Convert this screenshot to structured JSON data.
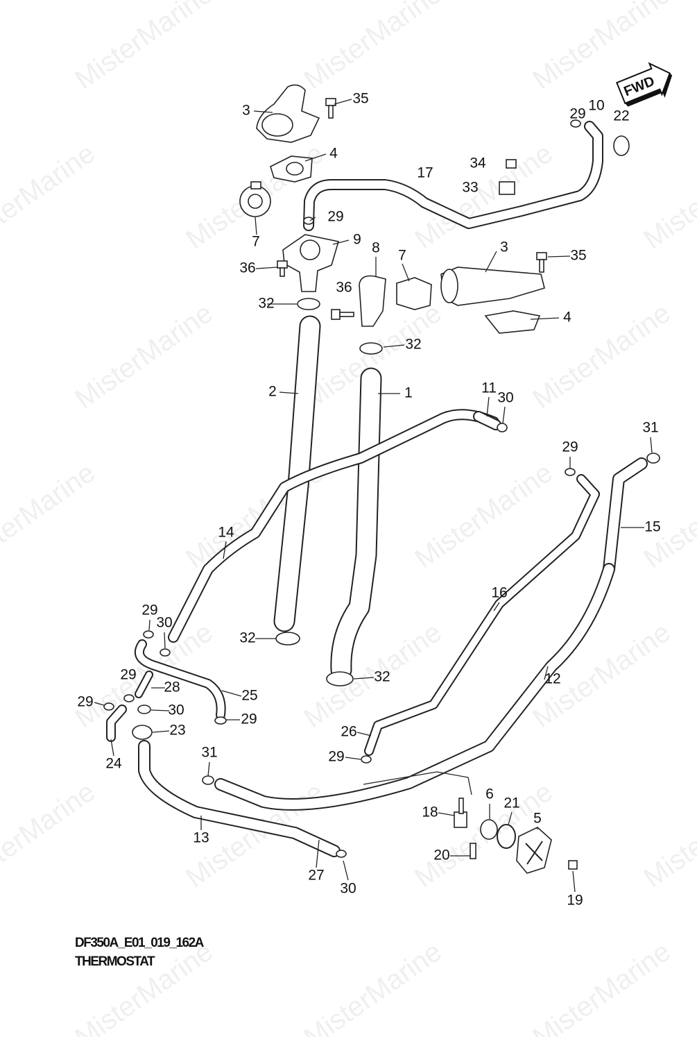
{
  "watermark": "MisterMarine",
  "fwd_label": "FWD",
  "caption": {
    "code": "DF350A_E01_019_162A",
    "title": "THERMOSTAT"
  },
  "callouts": [
    "35",
    "3",
    "4",
    "29",
    "10",
    "22",
    "17",
    "34",
    "33",
    "29",
    "7",
    "9",
    "8",
    "7",
    "3",
    "35",
    "36",
    "36",
    "32",
    "4",
    "32",
    "2",
    "1",
    "11",
    "30",
    "31",
    "29",
    "15",
    "14",
    "16",
    "29",
    "30",
    "32",
    "12",
    "32",
    "29",
    "28",
    "25",
    "29",
    "30",
    "29",
    "23",
    "26",
    "24",
    "31",
    "29",
    "6",
    "21",
    "18",
    "5",
    "13",
    "20",
    "27",
    "30",
    "19"
  ]
}
